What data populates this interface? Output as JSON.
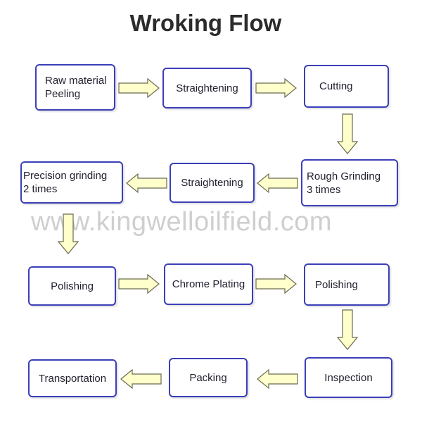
{
  "title": "Wroking Flow",
  "watermark": "www.kingwelloilfield.com",
  "colors": {
    "box_border": "#3b3fb8",
    "arrow_fill": "#ffffcc",
    "arrow_stroke": "#6a6a50",
    "watermark": "#cfcfcf"
  },
  "steps": [
    {
      "id": "raw-material-peeling",
      "label": "Raw material\nPeeling"
    },
    {
      "id": "straightening-1",
      "label": "Straightening"
    },
    {
      "id": "cutting",
      "label": "Cutting"
    },
    {
      "id": "rough-grinding",
      "label": "Rough Grinding\n3 times"
    },
    {
      "id": "straightening-2",
      "label": "Straightening"
    },
    {
      "id": "precision-grinding",
      "label": "Precision grinding\n2 times"
    },
    {
      "id": "polishing-1",
      "label": "Polishing"
    },
    {
      "id": "chrome-plating",
      "label": "Chrome Plating"
    },
    {
      "id": "polishing-2",
      "label": "Polishing"
    },
    {
      "id": "inspection",
      "label": "Inspection"
    },
    {
      "id": "packing",
      "label": "Packing"
    },
    {
      "id": "transportation",
      "label": "Transportation"
    }
  ]
}
